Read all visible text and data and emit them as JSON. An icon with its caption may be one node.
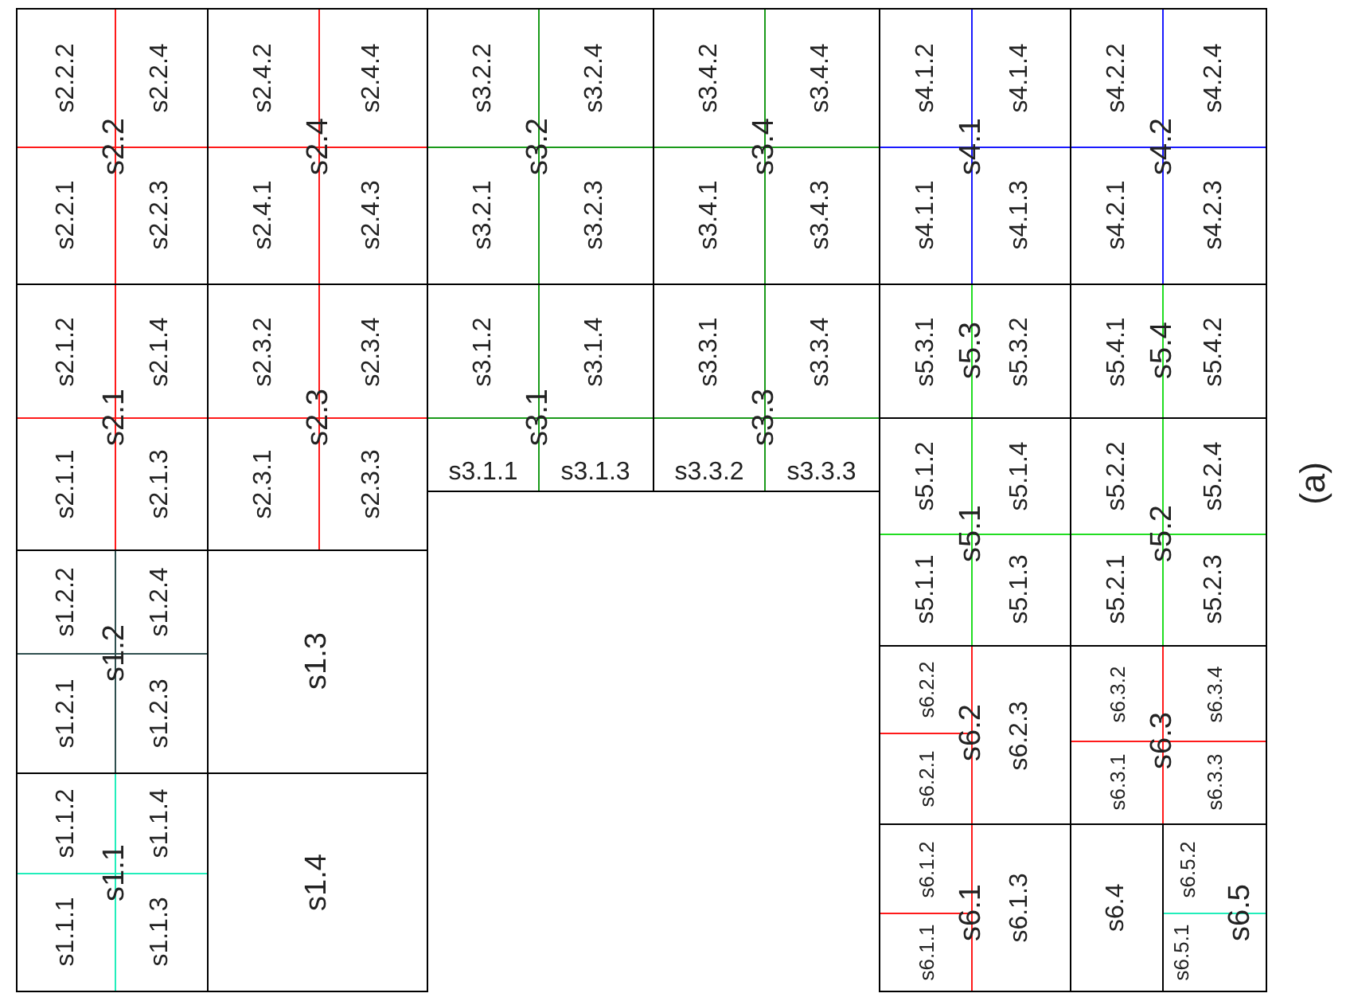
{
  "diagram": {
    "caption": "(a)",
    "nodes": [
      {
        "text": [
          "s2.2"
        ]
      },
      {
        "text": [
          "s2.2.2"
        ],
        "in": 0
      },
      {
        "text": [
          "s2.2.4"
        ],
        "in": 0
      },
      {
        "text": [
          "s2.2.1"
        ],
        "in": 0
      },
      {
        "text": [
          "s2.2.3"
        ],
        "in": 0
      },
      {
        "text": [
          "s2.4"
        ]
      },
      {
        "text": [
          "s2.4.2"
        ],
        "in": 5
      },
      {
        "text": [
          "s2.4.4"
        ],
        "in": 5
      },
      {
        "text": [
          "s2.4.1"
        ],
        "in": 5
      },
      {
        "text": [
          "s2.4.3"
        ],
        "in": 5
      },
      {
        "text": [
          "s3.2"
        ]
      },
      {
        "text": [
          "s3.2.2"
        ],
        "in": 10
      },
      {
        "text": [
          "s3.2.4"
        ],
        "in": 10
      },
      {
        "text": [
          "s3.2.1"
        ],
        "in": 10
      },
      {
        "text": [
          "s3.2.3"
        ],
        "in": 10
      },
      {
        "text": [
          "s3.4"
        ]
      },
      {
        "text": [
          "s3.4.2"
        ],
        "in": 15
      },
      {
        "text": [
          "s3.4.4"
        ],
        "in": 15
      },
      {
        "text": [
          "s3.4.1"
        ],
        "in": 15
      },
      {
        "text": [
          "s3.4.3"
        ],
        "in": 15
      },
      {
        "text": [
          "s4.1"
        ]
      },
      {
        "text": [
          "s4.1.2"
        ],
        "in": 20
      },
      {
        "text": [
          "s4.1.4"
        ],
        "in": 20
      },
      {
        "text": [
          "s4.1.1"
        ],
        "in": 20
      },
      {
        "text": [
          "s4.1.3"
        ],
        "in": 20
      },
      {
        "text": [
          "s4.2"
        ]
      },
      {
        "text": [
          "s4.2.2"
        ],
        "in": 25
      },
      {
        "text": [
          "s4.2.4"
        ],
        "in": 25
      },
      {
        "text": [
          "s4.2.1"
        ],
        "in": 25
      },
      {
        "text": [
          "s4.2.3"
        ],
        "in": 25
      },
      {
        "text": [
          "s2.1"
        ]
      },
      {
        "text": [
          "s2.1.2"
        ],
        "in": 30
      },
      {
        "text": [
          "s2.1.4"
        ],
        "in": 30
      },
      {
        "text": [
          "s2.1.1"
        ],
        "in": 30
      },
      {
        "text": [
          "s2.1.3"
        ],
        "in": 30
      },
      {
        "text": [
          "s2.3"
        ]
      },
      {
        "text": [
          "s2.3.2"
        ],
        "in": 35
      },
      {
        "text": [
          "s2.3.4"
        ],
        "in": 35
      },
      {
        "text": [
          "s2.3.1"
        ],
        "in": 35
      },
      {
        "text": [
          "s2.3.3"
        ],
        "in": 35
      },
      {
        "text": [
          "s3.1"
        ]
      },
      {
        "text": [
          "s3.1.2"
        ],
        "in": 40
      },
      {
        "text": [
          "s3.1.4"
        ],
        "in": 40
      },
      {
        "text": [
          "s3.1.1"
        ],
        "in": 40
      },
      {
        "text": [
          "s3.1.3"
        ],
        "in": 40
      },
      {
        "text": [
          "s3.3"
        ]
      },
      {
        "text": [
          "s3.3.1"
        ],
        "in": 45
      },
      {
        "text": [
          "s3.3.4"
        ],
        "in": 45
      },
      {
        "text": [
          "s3.3.2"
        ],
        "in": 45
      },
      {
        "text": [
          "s3.3.3"
        ],
        "in": 45
      },
      {
        "text": [
          "s5.3"
        ]
      },
      {
        "text": [
          "s5.3.1"
        ],
        "in": 50
      },
      {
        "text": [
          "s5.3.2"
        ],
        "in": 50
      },
      {
        "text": [
          "s5.4"
        ]
      },
      {
        "text": [
          "s5.4.1"
        ],
        "in": 53
      },
      {
        "text": [
          "s5.4.2"
        ],
        "in": 53
      },
      {
        "text": [
          "s5.1"
        ]
      },
      {
        "text": [
          "s5.1.2"
        ],
        "in": 56
      },
      {
        "text": [
          "s5.1.4"
        ],
        "in": 56
      },
      {
        "text": [
          "s5.1.1"
        ],
        "in": 56
      },
      {
        "text": [
          "s5.1.3"
        ],
        "in": 56
      },
      {
        "text": [
          "s5.2"
        ]
      },
      {
        "text": [
          "s5.2.2"
        ],
        "in": 61
      },
      {
        "text": [
          "s5.2.4"
        ],
        "in": 61
      },
      {
        "text": [
          "s5.2.1"
        ],
        "in": 61
      },
      {
        "text": [
          "s5.2.3"
        ],
        "in": 61
      },
      {
        "text": [
          "s1.2"
        ]
      },
      {
        "text": [
          "s1.2.2"
        ],
        "in": 66
      },
      {
        "text": [
          "s1.2.4"
        ],
        "in": 66
      },
      {
        "text": [
          "s1.2.1"
        ],
        "in": 66
      },
      {
        "text": [
          "s1.2.3"
        ],
        "in": 66
      },
      {
        "text": [
          "s1.3"
        ]
      },
      {
        "text": [
          "s6.2"
        ]
      },
      {
        "text": [
          "s6.2.2"
        ],
        "in": 72
      },
      {
        "text": [
          "s6.2.1"
        ],
        "in": 72
      },
      {
        "text": [
          "s6.2.3"
        ],
        "in": 72
      },
      {
        "text": [
          "s6.3"
        ]
      },
      {
        "text": [
          "s6.3.2"
        ],
        "in": 76
      },
      {
        "text": [
          "s6.3.4"
        ],
        "in": 76
      },
      {
        "text": [
          "s6.3.1"
        ],
        "in": 76
      },
      {
        "text": [
          "s6.3.3"
        ],
        "in": 76
      },
      {
        "text": [
          "s1.1"
        ]
      },
      {
        "text": [
          "s1.1.2"
        ],
        "in": 81
      },
      {
        "text": [
          "s1.1.4"
        ],
        "in": 81
      },
      {
        "text": [
          "s1.1.1"
        ],
        "in": 81
      },
      {
        "text": [
          "s1.1.3"
        ],
        "in": 81
      },
      {
        "text": [
          "s1.4"
        ]
      },
      {
        "text": [
          "s6.1"
        ]
      },
      {
        "text": [
          "s6.1.2"
        ],
        "in": 87
      },
      {
        "text": [
          "s6.1.1"
        ],
        "in": 87
      },
      {
        "text": [
          "s6.1.3"
        ],
        "in": 87
      },
      {
        "text": [
          "s6.4"
        ]
      },
      {
        "text": [
          "s6.5"
        ]
      },
      {
        "text": [
          "s6.5.2"
        ],
        "in": 92
      },
      {
        "text": [
          "s6.5.1"
        ],
        "in": 92
      }
    ]
  }
}
